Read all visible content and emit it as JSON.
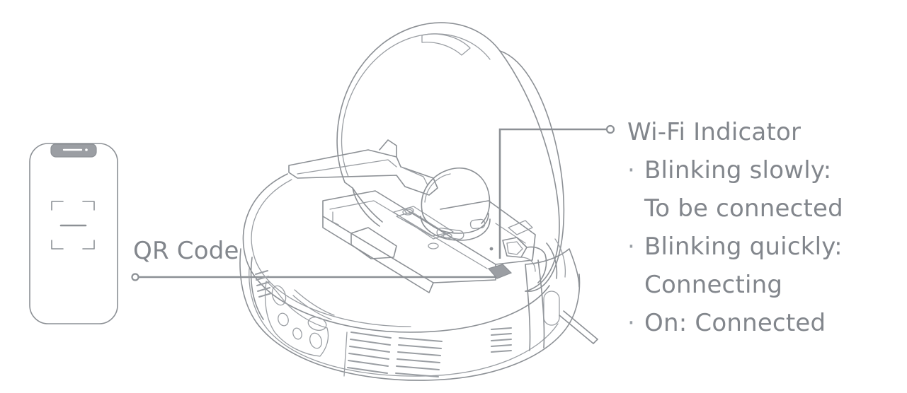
{
  "diagram": {
    "type": "product-illustration",
    "subject": "robot-vacuum-with-open-lid-and-smartphone",
    "background_color": "#ffffff",
    "line_color": "#8c9095",
    "text_color": "#82868c",
    "accent_fill": "#9b9ea3"
  },
  "phone": {
    "name": "smartphone-qr-scanner",
    "notch_label": "speaker-and-camera-notch",
    "scan_frame_label": "qr-scan-frame"
  },
  "callouts": {
    "qr": {
      "label": "QR Code",
      "endpoint_marker": "circle",
      "target": "qr-code-sticker-on-robot"
    },
    "wifi": {
      "title": "Wi-Fi Indicator",
      "endpoint_marker": "circle",
      "target": "wifi-indicator-led",
      "bullet_char": "·",
      "items": [
        {
          "lines": [
            "Blinking slowly:",
            "To be connected"
          ]
        },
        {
          "lines": [
            "Blinking quickly:",
            "Connecting"
          ]
        },
        {
          "lines": [
            "On: Connected"
          ]
        }
      ]
    }
  },
  "robot": {
    "name": "robot-vacuum-cleaner",
    "parts": {
      "lid": "open-top-lid",
      "turret": "lidar-turret",
      "dustbin": "dust-bin-panel",
      "sticker": "qr-code-sticker",
      "led": "wifi-indicator-led",
      "vents": "side-air-vents",
      "sensors": "front-sensor-array",
      "antenna": "side-arm"
    }
  }
}
